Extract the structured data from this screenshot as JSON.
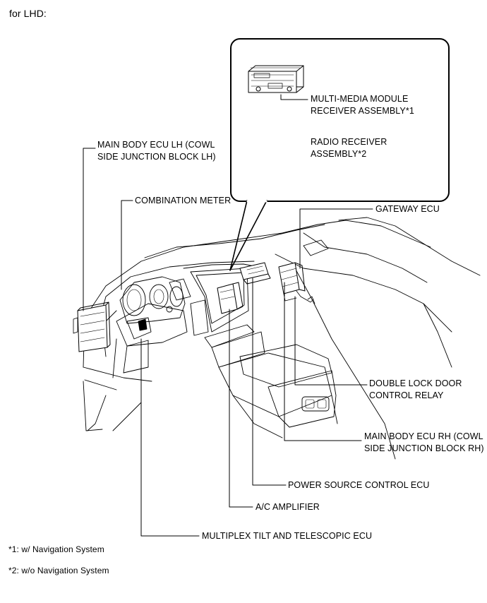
{
  "header": {
    "title": "for LHD:"
  },
  "callout": {
    "line1": "MULTI-MEDIA MODULE",
    "line2": "RECEIVER ASSEMBLY*1",
    "line3": "RADIO RECEIVER",
    "line4": "ASSEMBLY*2"
  },
  "labels": {
    "main_body_lh_1": "MAIN BODY ECU LH (COWL",
    "main_body_lh_2": "SIDE JUNCTION BLOCK LH)",
    "combination_meter": "COMBINATION METER",
    "gateway_ecu": "GATEWAY ECU",
    "double_lock_1": "DOUBLE LOCK DOOR",
    "double_lock_2": "CONTROL RELAY",
    "main_body_rh_1": "MAIN BODY ECU RH (COWL",
    "main_body_rh_2": "SIDE JUNCTION BLOCK RH)",
    "power_source": "POWER SOURCE CONTROL ECU",
    "ac_amplifier": "A/C AMPLIFIER",
    "multiplex_tilt": "MULTIPLEX TILT AND TELESCOPIC ECU"
  },
  "footnotes": {
    "note1": "*1: w/ Navigation System",
    "note2": "*2: w/o Navigation System"
  },
  "style": {
    "line_color": "#000000",
    "background": "#ffffff"
  }
}
